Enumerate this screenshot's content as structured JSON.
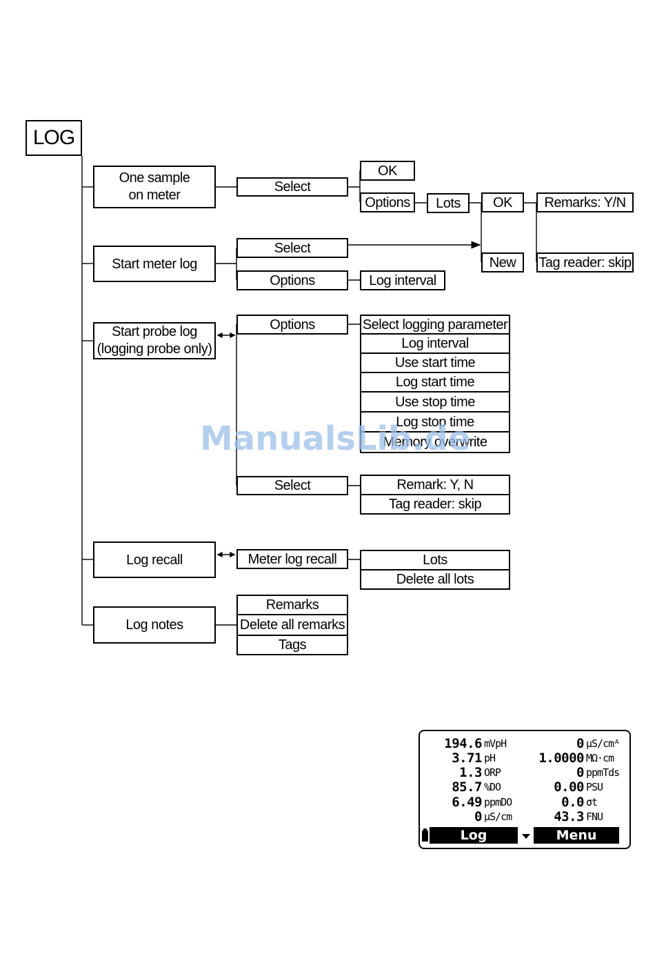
{
  "root": {
    "label": "LOG"
  },
  "watermark": "ManualsLib.de",
  "level1": {
    "one_sample": [
      "One sample",
      "on meter"
    ],
    "start_meter_log": "Start meter log",
    "start_probe_log": [
      "Start probe log",
      "(logging probe only)"
    ],
    "log_recall": "Log recall",
    "log_notes": "Log notes"
  },
  "one_sample_branch": {
    "select": "Select",
    "ok": "OK",
    "options": "Options",
    "lots": "Lots",
    "lots_ok": "OK",
    "lots_new": "New",
    "remarks": "Remarks: Y/N",
    "tag_reader": "Tag reader: skip"
  },
  "start_meter_log_branch": {
    "select": "Select",
    "options": "Options",
    "log_interval": "Log interval"
  },
  "start_probe_log_branch": {
    "options": "Options",
    "option_items": [
      "Select logging parameter",
      "Log interval",
      "Use start time",
      "Log start time",
      "Use stop time",
      "Log stop time",
      "Memory overwrite"
    ],
    "select": "Select",
    "select_items": [
      "Remark: Y, N",
      "Tag reader: skip"
    ]
  },
  "log_recall_branch": {
    "meter_log_recall": "Meter log recall",
    "items": [
      "Lots",
      "Delete all lots"
    ]
  },
  "log_notes_branch": {
    "items": [
      "Remarks",
      "Delete all remarks",
      "Tags"
    ]
  },
  "meter_display": {
    "left": [
      {
        "value": "194.6",
        "unit": "mVpH"
      },
      {
        "value": "3.71",
        "unit": "pH"
      },
      {
        "value": "1.3",
        "unit": "ORP"
      },
      {
        "value": "85.7",
        "unit": "%DO"
      },
      {
        "value": "6.49",
        "unit": "ppmDO"
      },
      {
        "value": "0",
        "unit": "µS/cm"
      }
    ],
    "right": [
      {
        "value": "0",
        "unit": "µS/cmᴬ"
      },
      {
        "value": "1.0000",
        "unit": "MΩ·cm"
      },
      {
        "value": "0",
        "unit": "ppmTds"
      },
      {
        "value": "0.00",
        "unit": "PSU"
      },
      {
        "value": "0.0",
        "unit": "σt"
      },
      {
        "value": "43.3",
        "unit": "FNU"
      }
    ],
    "softkey_left": "Log",
    "softkey_right": "Menu"
  }
}
